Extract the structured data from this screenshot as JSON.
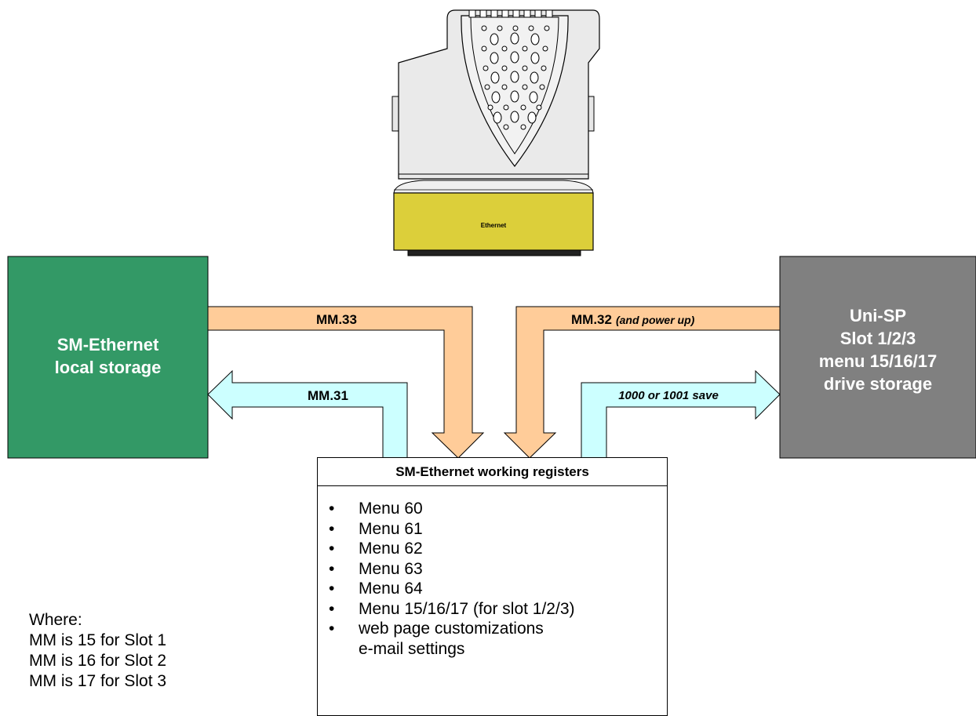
{
  "module": {
    "label": "Ethernet"
  },
  "left_box": {
    "line1": "SM-Ethernet",
    "line2": "local storage",
    "color": "#339966"
  },
  "right_box": {
    "line1": "Uni-SP",
    "line2": "Slot 1/2/3",
    "line3": "menu 15/16/17",
    "line4": "drive storage",
    "color": "#808080"
  },
  "arrows": {
    "mm33": {
      "label": "MM.33",
      "color": "#FFCC99"
    },
    "mm32": {
      "label": "MM.32",
      "note": "(and power up)",
      "color": "#FFCC99"
    },
    "mm31": {
      "label": "MM.31",
      "color": "#CCFFFF"
    },
    "save": {
      "label": "1000 or 1001 save",
      "color": "#CCFFFF"
    }
  },
  "working_registers": {
    "title": "SM-Ethernet working registers",
    "items": [
      "Menu 60",
      "Menu 61",
      "Menu 62",
      "Menu 63",
      "Menu 64",
      "Menu 15/16/17 (for slot 1/2/3)",
      "web page customizations"
    ],
    "continuation": "e-mail settings"
  },
  "legend": {
    "heading": "Where:",
    "lines": [
      "MM is 15 for Slot 1",
      "MM is 16 for Slot 2",
      "MM is 17 for Slot 3"
    ]
  }
}
